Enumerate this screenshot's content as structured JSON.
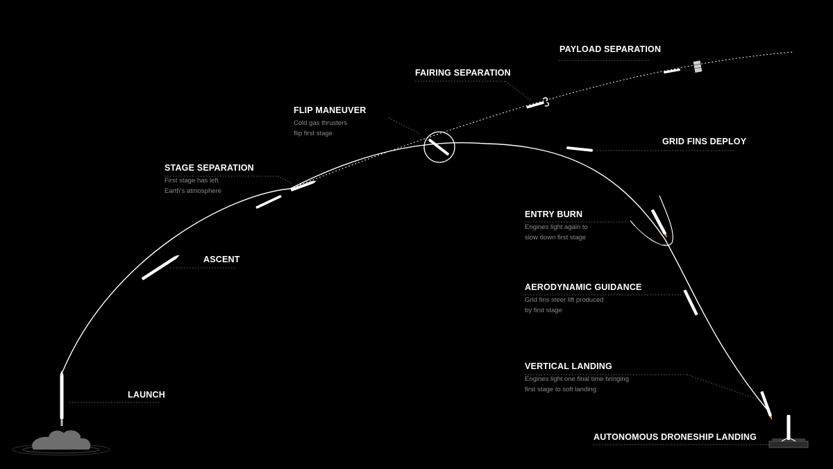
{
  "colors": {
    "background": "#000000",
    "path": "#ffffff",
    "label": "#ffffff",
    "description": "#8a8a8a",
    "leader": "#6a6a6a"
  },
  "stages": {
    "payload_separation": {
      "title": "PAYLOAD SEPARATION"
    },
    "fairing_separation": {
      "title": "FAIRING SEPARATION"
    },
    "flip_maneuver": {
      "title": "FLIP MANEUVER",
      "line1": "Cold gas thrusters",
      "line2": "flip first stage"
    },
    "grid_fins_deploy": {
      "title": "GRID FINS DEPLOY"
    },
    "stage_separation": {
      "title": "STAGE SEPARATION",
      "line1": "First stage has left",
      "line2": "Earth's atmosphere"
    },
    "entry_burn": {
      "title": "ENTRY BURN",
      "line1": "Engines light again to",
      "line2": "slow down first stage"
    },
    "ascent": {
      "title": "ASCENT"
    },
    "aerodynamic_guidance": {
      "title": "AERODYNAMIC GUIDANCE",
      "line1": "Grid fins steer lift produced",
      "line2": "by first stage"
    },
    "vertical_landing": {
      "title": "VERTICAL LANDING",
      "line1": "Engines light one final time bringing",
      "line2": "first stage to soft landing"
    },
    "launch": {
      "title": "LAUNCH"
    },
    "droneship_landing": {
      "title": "AUTONOMOUS DRONESHIP LANDING"
    }
  }
}
